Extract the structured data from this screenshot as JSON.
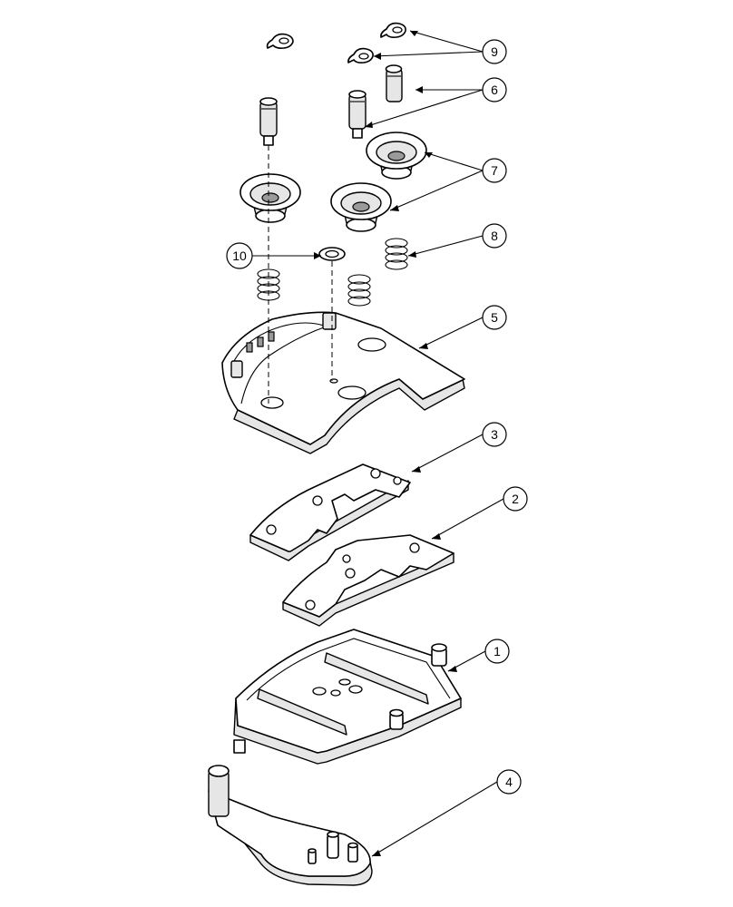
{
  "callouts": [
    {
      "id": "1",
      "label": "1"
    },
    {
      "id": "2",
      "label": "2"
    },
    {
      "id": "3",
      "label": "3"
    },
    {
      "id": "4",
      "label": "4"
    },
    {
      "id": "5",
      "label": "5"
    },
    {
      "id": "6",
      "label": "6"
    },
    {
      "id": "7",
      "label": "7"
    },
    {
      "id": "8",
      "label": "8"
    },
    {
      "id": "9",
      "label": "9"
    },
    {
      "id": "10",
      "label": "10"
    }
  ],
  "colors": {
    "line": "#000000",
    "background": "#ffffff",
    "shade": "#e6e6e6"
  }
}
